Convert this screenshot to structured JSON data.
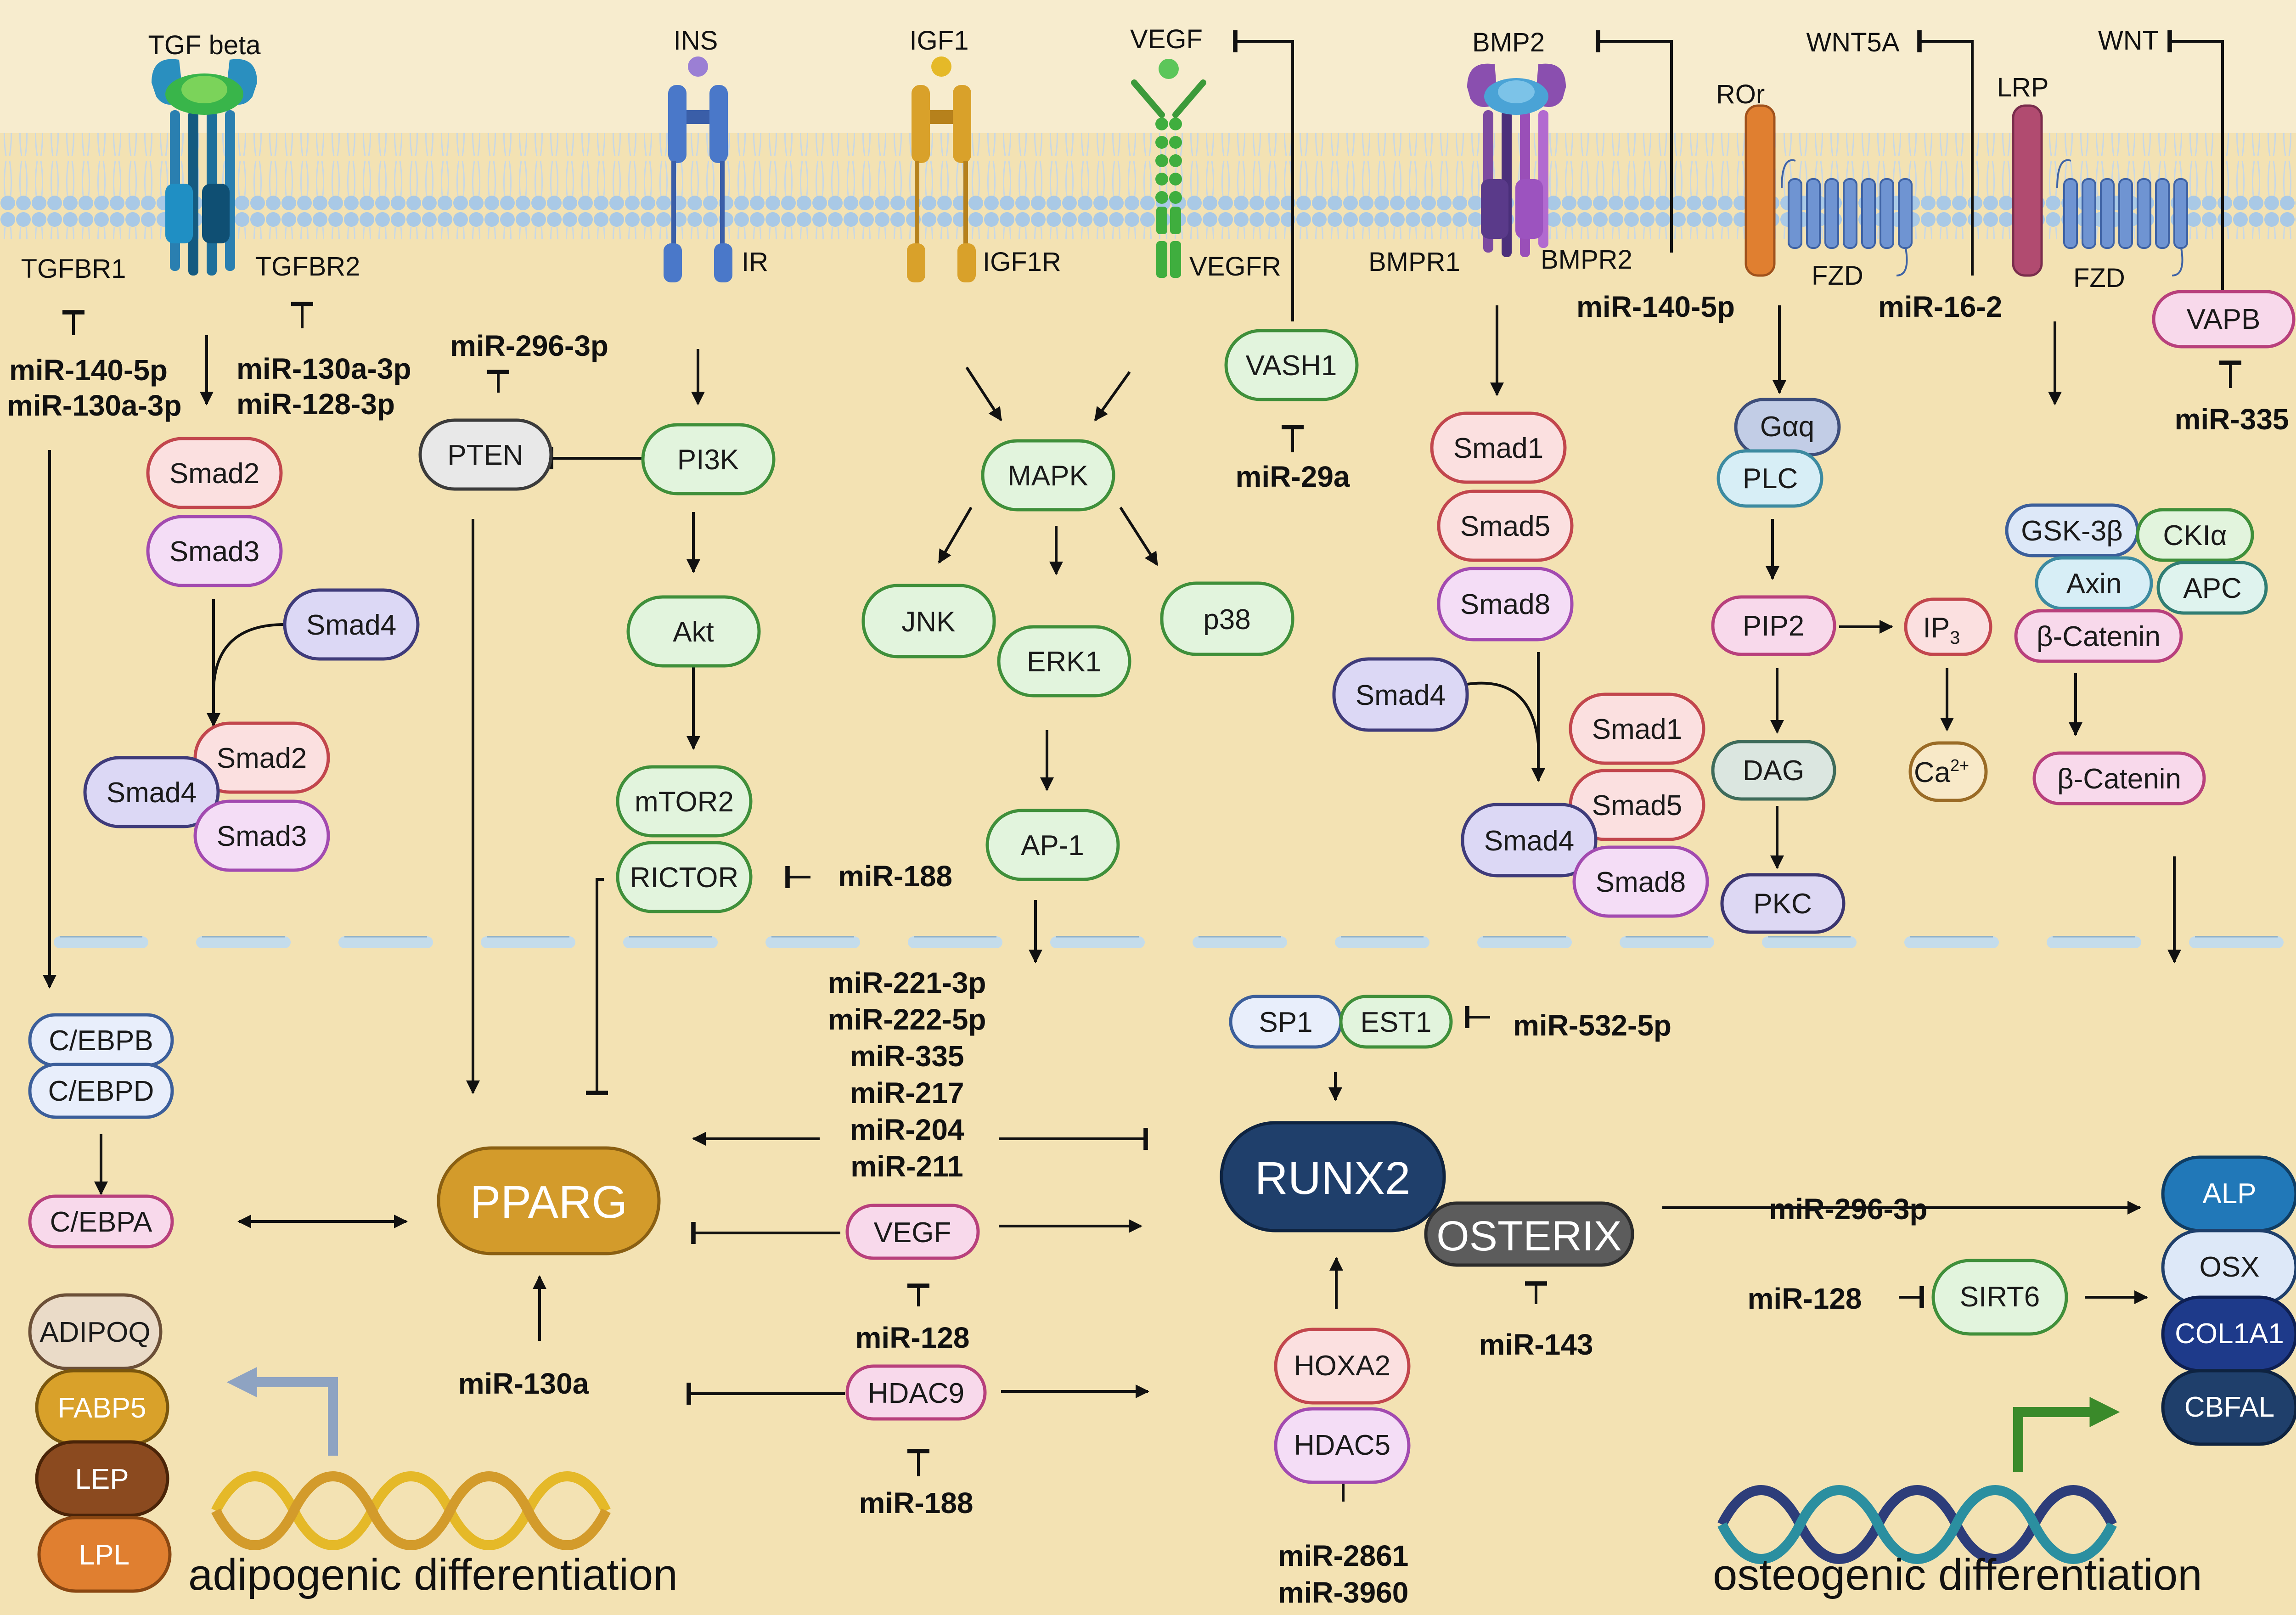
{
  "receptors": {
    "tgfb_ligand": "TGF beta",
    "tgfbr1": "TGFBR1",
    "tgfbr2": "TGFBR2",
    "ins": "INS",
    "ir": "IR",
    "igf1": "IGF1",
    "igf1r": "IGF1R",
    "vegf": "VEGF",
    "vegfr": "VEGFR",
    "bmp2": "BMP2",
    "bmpr1": "BMPR1",
    "bmpr2": "BMPR2",
    "wnt5a": "WNT5A",
    "ror": "ROr",
    "fzd1": "FZD",
    "wnt": "WNT",
    "lrp": "LRP",
    "fzd2": "FZD"
  },
  "nodes": {
    "smad2_a": "Smad2",
    "smad3_a": "Smad3",
    "smad4_a": "Smad4",
    "smad2_b": "Smad2",
    "smad4_b": "Smad4",
    "smad3_b": "Smad3",
    "pten": "PTEN",
    "pi3k": "PI3K",
    "akt": "Akt",
    "mtor2": "mTOR2",
    "rictor": "RICTOR",
    "mapk": "MAPK",
    "jnk": "JNK",
    "erk1": "ERK1",
    "p38": "p38",
    "ap1": "AP-1",
    "vash1": "VASH1",
    "smad1_a": "Smad1",
    "smad5_a": "Smad5",
    "smad8_a": "Smad8",
    "smad4_c": "Smad4",
    "smad1_b": "Smad1",
    "smad5_b": "Smad5",
    "smad4_d": "Smad4",
    "smad8_b": "Smad8",
    "gaq": "Gαq",
    "plc": "PLC",
    "pip2": "PIP2",
    "ip3": "IP",
    "ip3_sub": "3",
    "ca": "Ca",
    "ca_sup": "2+",
    "dag": "DAG",
    "pkc": "PKC",
    "gsk3b": "GSK-3β",
    "ckia": "CKIα",
    "axin": "Axin",
    "apc": "APC",
    "bcat_a": "β-Catenin",
    "bcat_b": "β-Catenin",
    "vapb": "VAPB",
    "cebpb": "C/EBPB",
    "cebpd": "C/EBPD",
    "cebpa": "C/EBPA",
    "pparg": "PPARG",
    "vegf_n": "VEGF",
    "hdac9": "HDAC9",
    "sp1": "SP1",
    "est1": "EST1",
    "runx2": "RUNX2",
    "osterix": "OSTERIX",
    "hoxa2": "HOXA2",
    "hdac5": "HDAC5",
    "sirt6": "SIRT6",
    "alp": "ALP",
    "osx": "OSX",
    "col1a1": "COL1A1",
    "cbfal": "CBFAL",
    "adipoq": "ADIPOQ",
    "fabp5": "FABP5",
    "lep": "LEP",
    "lpl": "LPL"
  },
  "mirnas": {
    "m_140_5p_a": "miR-140-5p",
    "m_130a_3p_a": "miR-130a-3p",
    "m_130a_3p_b": "miR-130a-3p",
    "m_128_3p": "miR-128-3p",
    "m_296_3p_a": "miR-296-3p",
    "m_29a": "miR-29a",
    "m_140_5p_b": "miR-140-5p",
    "m_16_2": "miR-16-2",
    "m_335_a": "miR-335",
    "m_188_a": "miR-188",
    "m_221_3p": "miR-221-3p",
    "m_222_5p": "miR-222-5p",
    "m_335_b": "miR-335",
    "m_217": "miR-217",
    "m_204": "miR-204",
    "m_211": "miR-211",
    "m_532_5p": "miR-532-5p",
    "m_128_a": "miR-128",
    "m_188_b": "miR-188",
    "m_130a": "miR-130a",
    "m_143": "miR-143",
    "m_2861": "miR-2861",
    "m_3960": "miR-3960",
    "m_296_3p_b": "miR-296-3p",
    "m_128_b": "miR-128"
  },
  "captions": {
    "adipo": "adipogenic differentiation",
    "osteo": "osteogenic differentiation"
  },
  "colors": {
    "background": "#f3e2b3",
    "membrane": "#a9c9e6",
    "pparg": "#d39b2b",
    "runx2": "#1f3f6b",
    "osterix": "#5c5c5c",
    "green_node": "#e2f4dd",
    "red_node": "#fbe0e0",
    "purple_node": "#f4ddf6",
    "blue_node": "#dde8f8"
  }
}
